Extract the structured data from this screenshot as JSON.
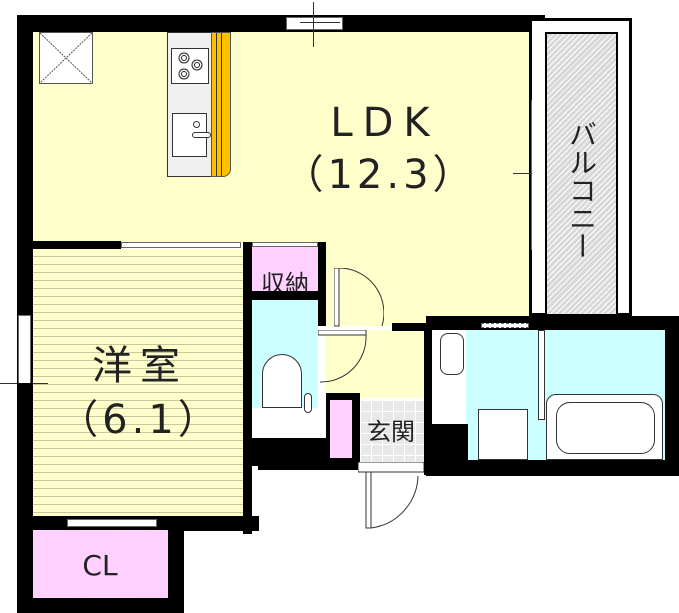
{
  "floor_plan": {
    "rooms": {
      "ldk": {
        "name": "LDK",
        "size": "（12.3）"
      },
      "yoshitsu": {
        "name": "洋室",
        "size": "（6.1）"
      },
      "storage": {
        "name": "収納"
      },
      "closet": {
        "name": "CL"
      },
      "entrance": {
        "name": "玄関"
      },
      "balcony": {
        "name": "バルコニー"
      }
    },
    "colors": {
      "living": "#ffffcc",
      "storage": "#ffccff",
      "wet_area": "#ccffff",
      "kitchen_counter": "#ffc000",
      "wall": "#000000",
      "balcony": "#d8d8d8"
    }
  }
}
